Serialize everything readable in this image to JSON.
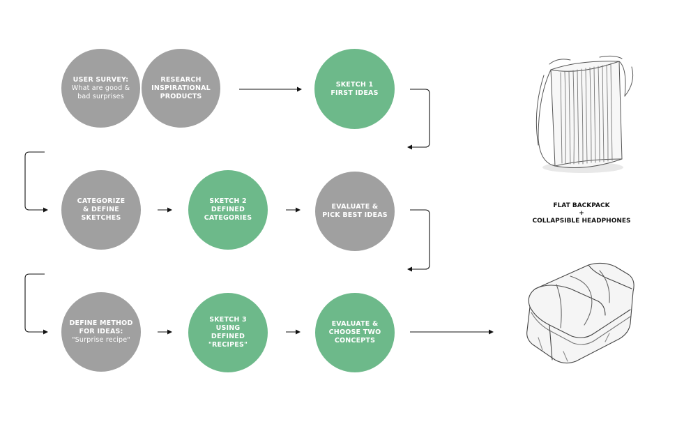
{
  "row1": {
    "user_survey": {
      "line1": "USER SURVEY:",
      "line2": "What are good &",
      "line3": "bad surprises"
    },
    "research": {
      "line1": "RESEARCH",
      "line2": "INSPIRATIONAL",
      "line3": "PRODUCTS"
    },
    "sketch1": {
      "line1": "SKETCH 1",
      "line2": "FIRST IDEAS"
    }
  },
  "row2": {
    "categorize": {
      "line1": "CATEGORIZE",
      "line2": "& DEFINE",
      "line3": "SKETCHES"
    },
    "sketch2": {
      "line1": "SKETCH 2",
      "line2": "DEFINED",
      "line3": "CATEGORIES"
    },
    "evaluate": {
      "line1": "EVALUATE &",
      "line2": "PICK BEST IDEAS"
    }
  },
  "row3": {
    "define_method": {
      "line1": "DEFINE METHOD",
      "line2": "FOR IDEAS:",
      "line3": "\"Surprise recipe\""
    },
    "sketch3": {
      "line1": "SKETCH 3",
      "line2": "USING",
      "line3": "DEFINED",
      "line4": "\"RECIPES\""
    },
    "evaluate_choose": {
      "line1": "EVALUATE &",
      "line2": "CHOOSE TWO",
      "line3": "CONCEPTS"
    }
  },
  "result": {
    "line1": "FLAT BACKPACK",
    "line2": "+",
    "line3": "COLLAPSIBLE HEADPHONES"
  },
  "colors": {
    "gray": "#a0a0a0",
    "green": "#6db98a"
  }
}
